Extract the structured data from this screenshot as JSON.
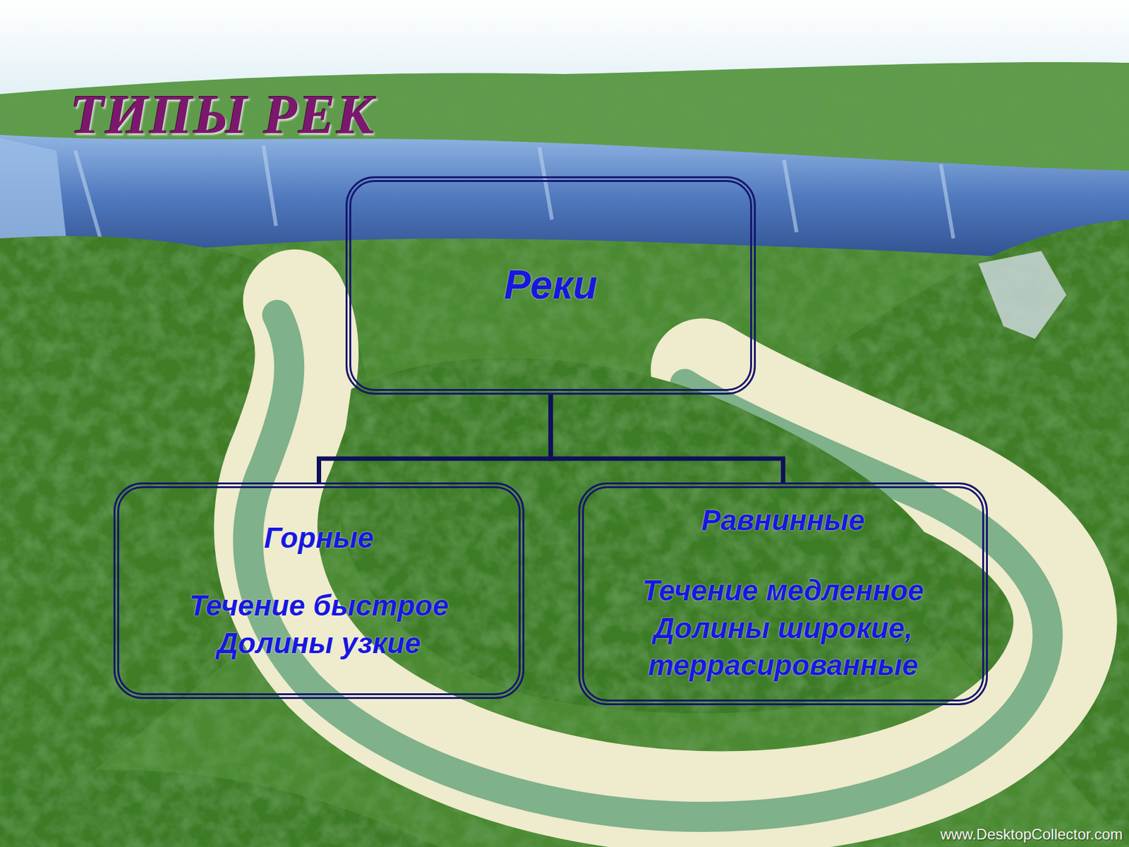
{
  "diagram": {
    "title": "ТИПЫ РЕК",
    "nodes": [
      {
        "text": [
          "Реки"
        ]
      },
      {
        "text": [
          "Горные",
          "Течение быстрое Долины узкие"
        ]
      },
      {
        "text": [
          "Равнинные",
          "Течение медленное Долины широкие, террасированные"
        ]
      }
    ],
    "edges": [
      {
        "from": 0,
        "to": 1,
        "arrow": "none"
      },
      {
        "from": 0,
        "to": 2,
        "arrow": "none"
      }
    ],
    "labels": [
      "www.DesktopCollector.com"
    ]
  }
}
